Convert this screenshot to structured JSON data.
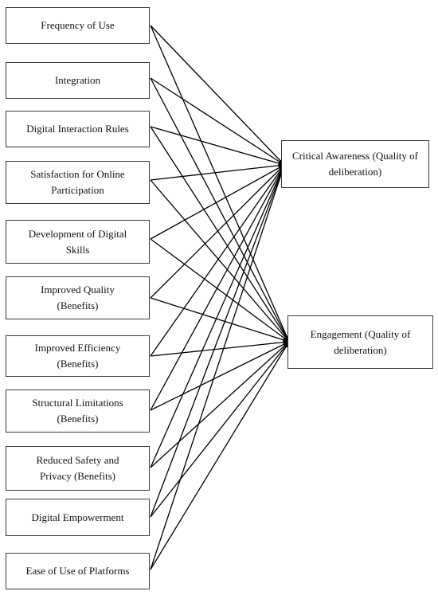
{
  "factors": [
    {
      "id": "frequency-of-use",
      "label": "Frequency of Use"
    },
    {
      "id": "integration",
      "label": "Integration"
    },
    {
      "id": "digital-interaction-rules",
      "label": "Digital Interaction Rules"
    },
    {
      "id": "satisfaction-online-participation",
      "label": "Satisfaction for Online Participation"
    },
    {
      "id": "development-digital-skills",
      "label": "Development of Digital Skills"
    },
    {
      "id": "improved-quality",
      "label": "Improved Quality (Benefits)"
    },
    {
      "id": "improved-efficiency",
      "label": "Improved Efficiency (Benefits)"
    },
    {
      "id": "structural-limitations",
      "label": "Structural Limitations (Benefits)"
    },
    {
      "id": "reduced-safety-privacy",
      "label": "Reduced Safety and Privacy (Benefits)"
    },
    {
      "id": "digital-empowerment",
      "label": "Digital Empowerment"
    },
    {
      "id": "ease-of-use-platforms",
      "label": "Ease of Use of Platforms"
    }
  ],
  "outcomes": [
    {
      "id": "critical-awareness",
      "label": "Critical Awareness (Quality of deliberation)"
    },
    {
      "id": "engagement",
      "label": "Engagement (Quality of deliberation)"
    }
  ],
  "colors": {
    "line": "#000000",
    "border": "#3a3a3a"
  }
}
